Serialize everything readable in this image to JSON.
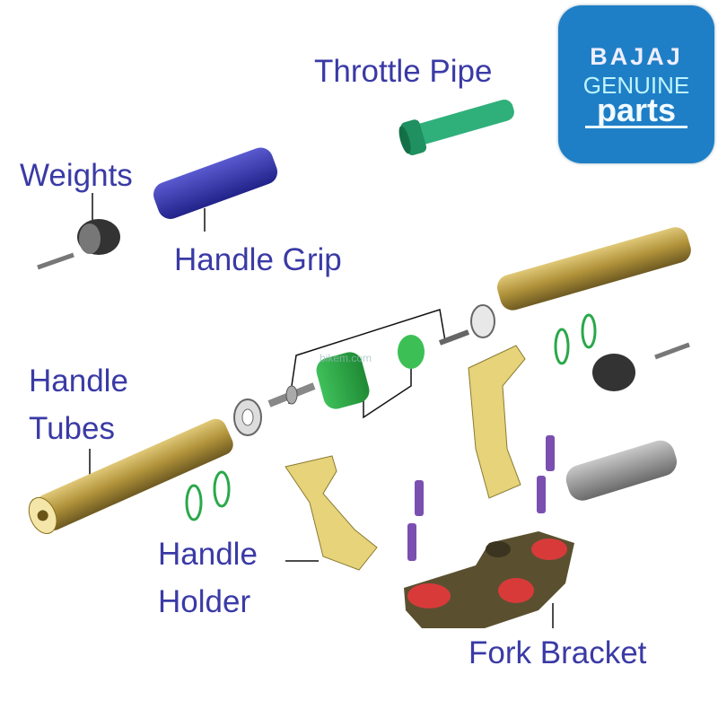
{
  "labels": {
    "throttle_pipe": "Throttle Pipe",
    "weights": "Weights",
    "handle_grip": "Handle Grip",
    "handle_tubes_1": "Handle",
    "handle_tubes_2": "Tubes",
    "handle_holder_1": "Handle",
    "handle_holder_2": "Holder",
    "fork_bracket": "Fork Bracket"
  },
  "logo": {
    "brand": "BAJAJ",
    "line2": "GENUINE",
    "line3": "parts"
  },
  "watermark": "bikem.com",
  "colors": {
    "label": "#3a3aa6",
    "logo_bg": "#1f7fc6",
    "tube": "#b89a40",
    "grip": "#3c3cb0",
    "throttle": "#2fb07a",
    "holder": "#e6d37a",
    "bracket": "#5a5030",
    "bracket_red": "#d83a3a",
    "bolt": "#7a4fb0",
    "ring": "#2aa84a"
  }
}
